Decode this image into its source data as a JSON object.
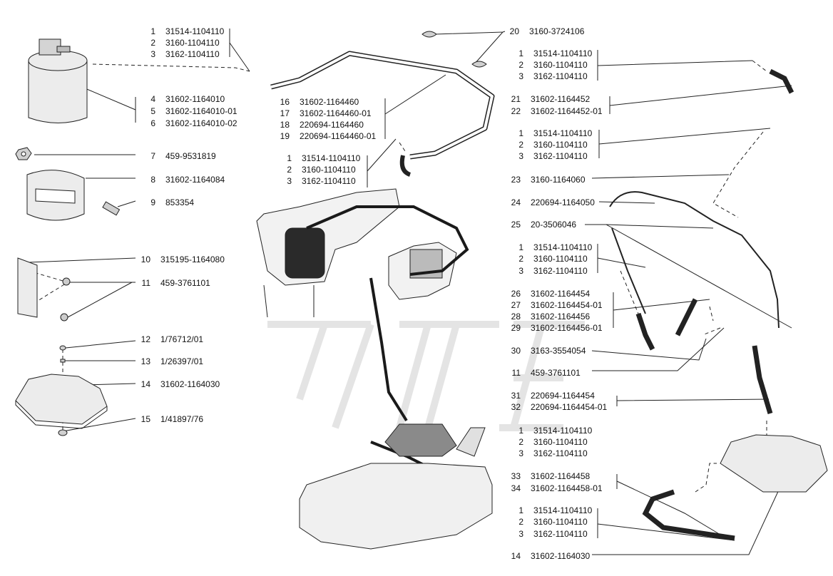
{
  "colors": {
    "ink": "#111111",
    "line": "#222222",
    "hose": "#1a1a1a",
    "part_fill": "#ececec",
    "watermark": "#e4e4e4"
  },
  "callouts": [
    {
      "id": "a1",
      "num": "1",
      "code": "31514-1104110"
    },
    {
      "id": "a2",
      "num": "2",
      "code": "3160-1104110"
    },
    {
      "id": "a3",
      "num": "3",
      "code": "3162-1104110"
    },
    {
      "id": "a4",
      "num": "4",
      "code": "31602-1164010"
    },
    {
      "id": "a5",
      "num": "5",
      "code": "31602-1164010-01"
    },
    {
      "id": "a6",
      "num": "6",
      "code": "31602-1164010-02"
    },
    {
      "id": "a7",
      "num": "7",
      "code": "459-9531819"
    },
    {
      "id": "a8",
      "num": "8",
      "code": "31602-1164084"
    },
    {
      "id": "a9",
      "num": "9",
      "code": "853354"
    },
    {
      "id": "a10",
      "num": "10",
      "code": "315195-1164080"
    },
    {
      "id": "a11",
      "num": "11",
      "code": "459-3761101"
    },
    {
      "id": "a12",
      "num": "12",
      "code": "1/76712/01"
    },
    {
      "id": "a13",
      "num": "13",
      "code": "1/26397/01"
    },
    {
      "id": "a14",
      "num": "14",
      "code": "31602-1164030"
    },
    {
      "id": "a15",
      "num": "15",
      "code": "1/41897/76"
    },
    {
      "id": "b16",
      "num": "16",
      "code": "31602-1164460"
    },
    {
      "id": "b17",
      "num": "17",
      "code": "31602-1164460-01"
    },
    {
      "id": "b18",
      "num": "18",
      "code": "220694-1164460"
    },
    {
      "id": "b19",
      "num": "19",
      "code": "220694-1164460-01"
    },
    {
      "id": "b1",
      "num": "1",
      "code": "31514-1104110"
    },
    {
      "id": "b2",
      "num": "2",
      "code": "3160-1104110"
    },
    {
      "id": "b3",
      "num": "3",
      "code": "3162-1104110"
    },
    {
      "id": "c20",
      "num": "20",
      "code": "3160-3724106"
    },
    {
      "id": "c1",
      "num": "1",
      "code": "31514-1104110"
    },
    {
      "id": "c2",
      "num": "2",
      "code": "3160-1104110"
    },
    {
      "id": "c3",
      "num": "3",
      "code": "3162-1104110"
    },
    {
      "id": "c21",
      "num": "21",
      "code": "31602-1164452"
    },
    {
      "id": "c22",
      "num": "22",
      "code": "31602-1164452-01"
    },
    {
      "id": "d1",
      "num": "1",
      "code": "31514-1104110"
    },
    {
      "id": "d2",
      "num": "2",
      "code": "3160-1104110"
    },
    {
      "id": "d3",
      "num": "3",
      "code": "3162-1104110"
    },
    {
      "id": "d23",
      "num": "23",
      "code": "3160-1164060"
    },
    {
      "id": "d24",
      "num": "24",
      "code": "220694-1164050"
    },
    {
      "id": "d25",
      "num": "25",
      "code": "20-3506046"
    },
    {
      "id": "e1",
      "num": "1",
      "code": "31514-1104110"
    },
    {
      "id": "e2",
      "num": "2",
      "code": "3160-1104110"
    },
    {
      "id": "e3",
      "num": "3",
      "code": "3162-1104110"
    },
    {
      "id": "e26",
      "num": "26",
      "code": "31602-1164454"
    },
    {
      "id": "e27",
      "num": "27",
      "code": "31602-1164454-01"
    },
    {
      "id": "e28",
      "num": "28",
      "code": "31602-1164456"
    },
    {
      "id": "e29",
      "num": "29",
      "code": "31602-1164456-01"
    },
    {
      "id": "e30",
      "num": "30",
      "code": "3163-3554054"
    },
    {
      "id": "e11",
      "num": "11",
      "code": "459-3761101"
    },
    {
      "id": "e31",
      "num": "31",
      "code": "220694-1164454"
    },
    {
      "id": "e32",
      "num": "32",
      "code": "220694-1164454-01"
    },
    {
      "id": "f1",
      "num": "1",
      "code": "31514-1104110"
    },
    {
      "id": "f2",
      "num": "2",
      "code": "3160-1104110"
    },
    {
      "id": "f3",
      "num": "3",
      "code": "3162-1104110"
    },
    {
      "id": "f33",
      "num": "33",
      "code": "31602-1164458"
    },
    {
      "id": "f34",
      "num": "34",
      "code": "31602-1164458-01"
    },
    {
      "id": "g1",
      "num": "1",
      "code": "31514-1104110"
    },
    {
      "id": "g2",
      "num": "2",
      "code": "3160-1104110"
    },
    {
      "id": "g3",
      "num": "3",
      "code": "3162-1104110"
    },
    {
      "id": "g14",
      "num": "14",
      "code": "31602-1164030"
    }
  ]
}
